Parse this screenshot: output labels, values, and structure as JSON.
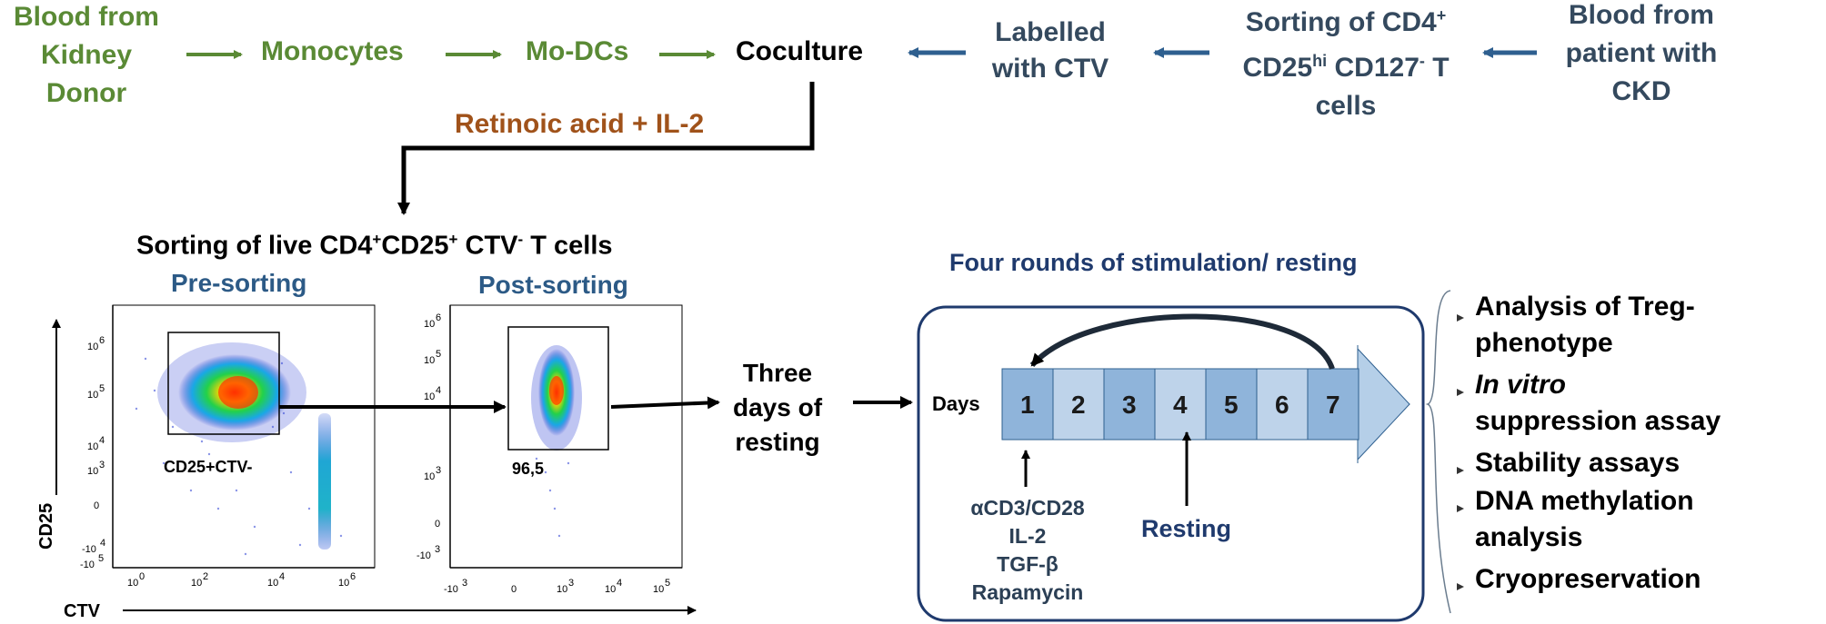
{
  "top_flow": {
    "blood_donor": [
      "Blood from",
      "Kidney",
      "Donor"
    ],
    "monocytes": "Monocytes",
    "mo_dcs": "Mo-DCs",
    "coculture": "Coculture",
    "labelled": [
      "Labelled",
      "with CTV"
    ],
    "sorting_cd4": {
      "line1": "Sorting of  CD4",
      "line1_sup": "+",
      "line2_a": "CD25",
      "line2_sup1": "hi",
      "line2_b": " CD127",
      "line2_sup2": "-",
      "line2_c": " T",
      "line3": "cells"
    },
    "blood_patient": [
      "Blood from",
      "patient with",
      "CKD"
    ],
    "retinoic": "Retinoic acid + IL-2"
  },
  "sorting_title": {
    "a": "Sorting of live CD4",
    "sup1": "+",
    "b": "CD25",
    "sup2": "+",
    "c": " CTV",
    "sup3": "-",
    "d": " T cells"
  },
  "pre_sorting": {
    "title": "Pre-sorting",
    "gate_label": "CD25+CTV-",
    "y_ticks": [
      "10",
      "6",
      "10",
      "5",
      "10",
      "4",
      "10",
      "3",
      "0",
      "-10",
      "4",
      "-10",
      "5"
    ],
    "x_ticks": [
      "10",
      "0",
      "10",
      "2",
      "10",
      "4",
      "10",
      "6"
    ],
    "ylabel": "CD25",
    "xlabel": "CTV"
  },
  "post_sorting": {
    "title": "Post-sorting",
    "gate_value": "96,5",
    "y_ticks": [
      "10",
      "6",
      "10",
      "5",
      "10",
      "4",
      "10",
      "3",
      "0",
      "-10",
      "3"
    ],
    "x_ticks": [
      "-10",
      "3",
      "0",
      "10",
      "3",
      "10",
      "4",
      "10",
      "5"
    ]
  },
  "resting_text": [
    "Three",
    "days of",
    "resting"
  ],
  "stimulation": {
    "title": "Four rounds of stimulation/ resting",
    "days_label": "Days",
    "days": [
      "1",
      "2",
      "3",
      "4",
      "5",
      "6",
      "7"
    ],
    "stim_labels": [
      "αCD3/CD28",
      "IL-2",
      "TGF-β",
      "Rapamycin"
    ],
    "resting_label": "Resting"
  },
  "analysis_list": [
    {
      "lines": [
        "Analysis of Treg-",
        "phenotype"
      ],
      "italic": ""
    },
    {
      "lines": [
        "",
        "suppression assay"
      ],
      "italic": "In vitro"
    },
    {
      "lines": [
        "Stability assays"
      ],
      "italic": ""
    },
    {
      "lines": [
        "DNA methylation",
        "analysis"
      ],
      "italic": ""
    },
    {
      "lines": [
        "Cryopreservation"
      ],
      "italic": ""
    }
  ],
  "colors": {
    "green": "#5a8a35",
    "navy": "#34495e",
    "blue_arrow": "#2e5f8f",
    "brown": "#a0521a",
    "title_blue": "#2c5a86"
  }
}
